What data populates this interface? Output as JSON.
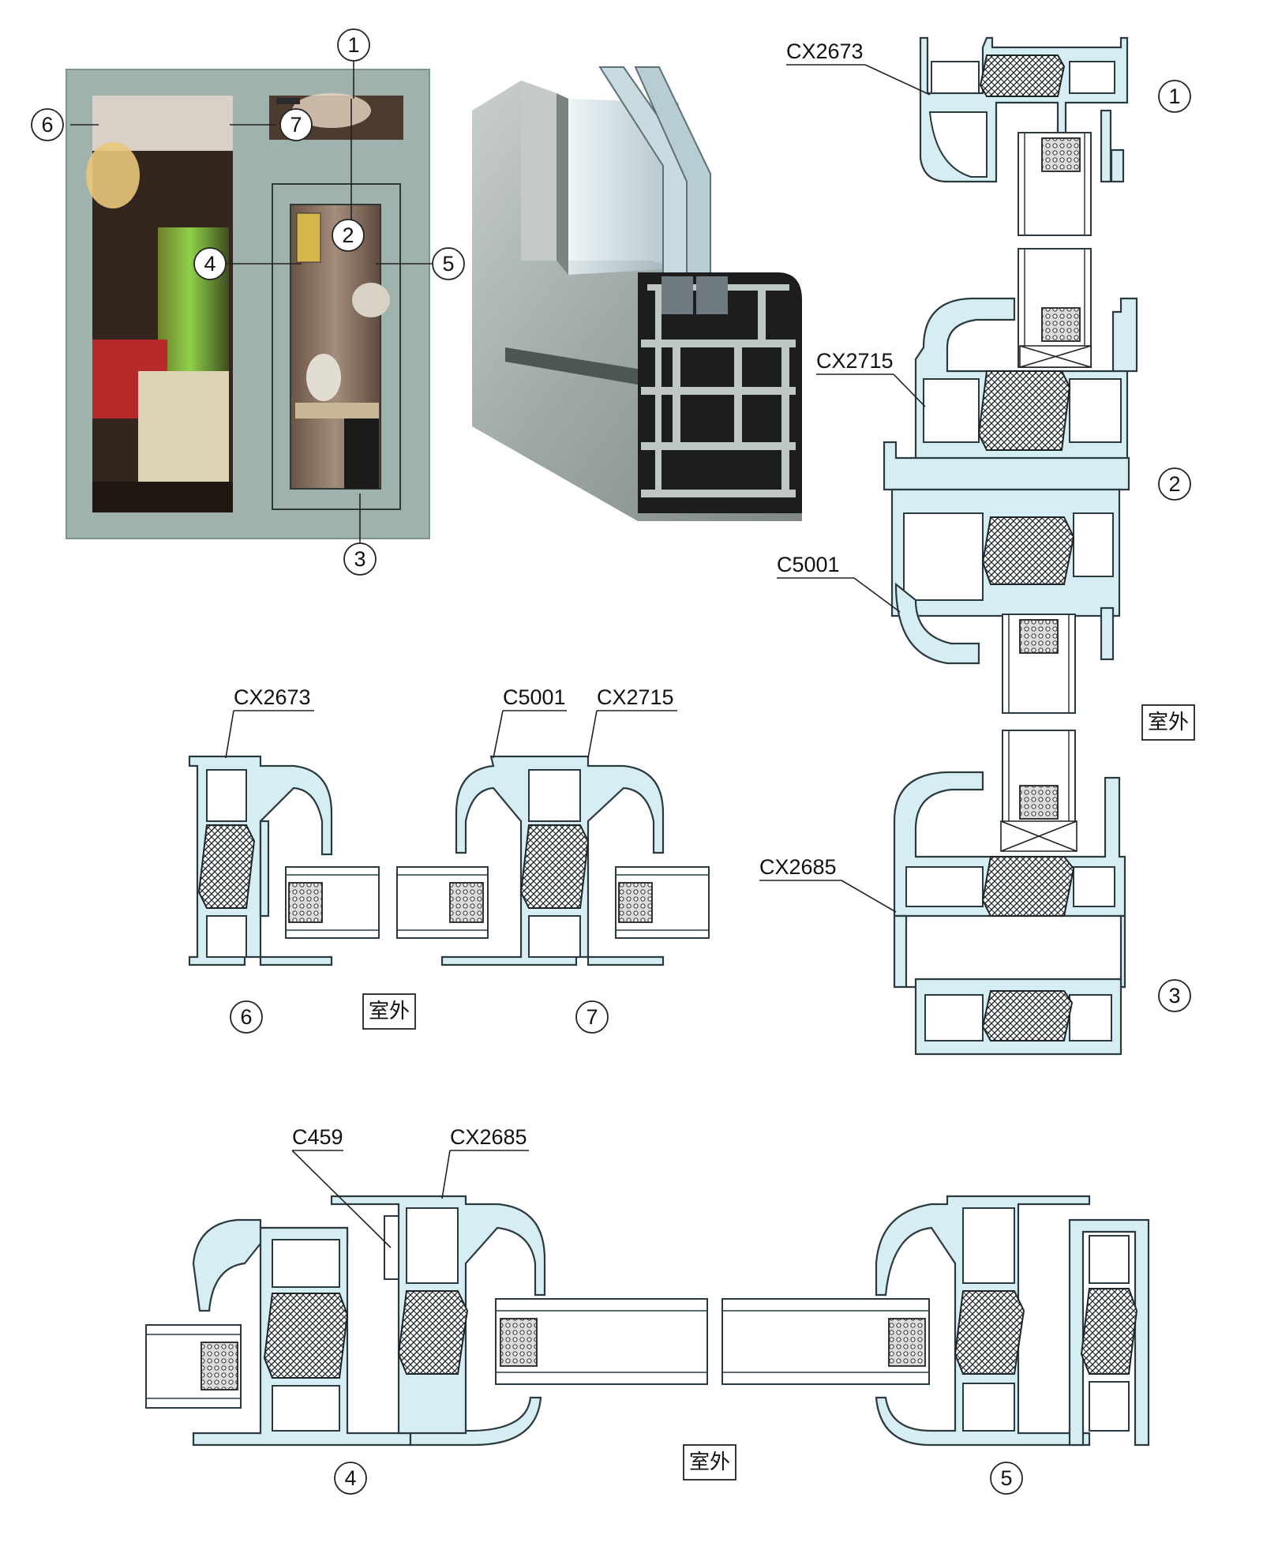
{
  "photo_callouts": [
    "1",
    "2",
    "3",
    "4",
    "5",
    "6",
    "7"
  ],
  "section_labels": {
    "s1": "1",
    "s2": "2",
    "s3": "3",
    "s4": "4",
    "s5": "5",
    "s6": "6",
    "s7": "7"
  },
  "profile_labels": {
    "top_cx2673": "CX2673",
    "right_cx2715": "CX2715",
    "right_c5001": "C5001",
    "right_cx2685": "CX2685",
    "mid_cx2673": "CX2673",
    "mid_c5001": "C5001",
    "mid_cx2715": "CX2715",
    "bottom_c459": "C459",
    "bottom_cx2685": "CX2685"
  },
  "outdoor_labels": {
    "right": "室外",
    "middle": "室外",
    "bottom": "室外"
  },
  "colors": {
    "profile_fill": "#d6eef3",
    "outline": "#2a3a40",
    "frame_paint": "#9fb3ac",
    "aluminium": "#a9b2b0"
  }
}
